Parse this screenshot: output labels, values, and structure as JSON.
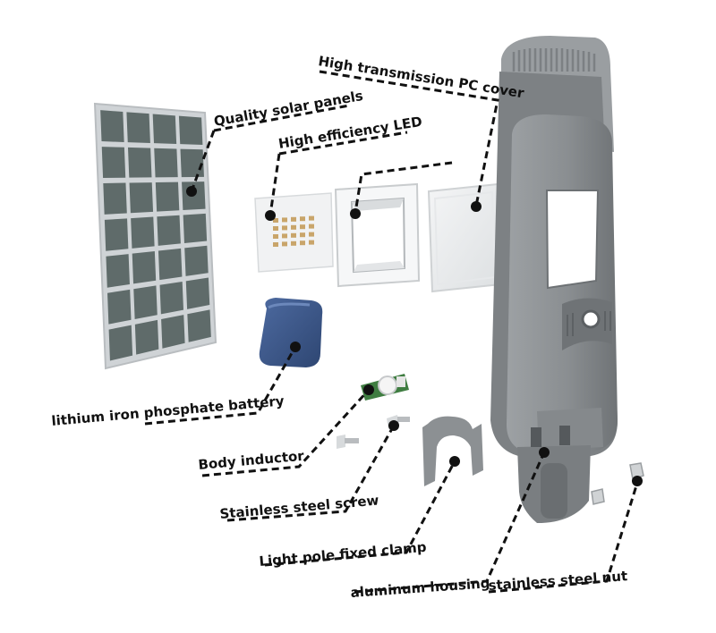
{
  "labels": {
    "pc_cover": "High transmission PC cover",
    "solar_panels": "Quality solar panels",
    "led": "High efficiency LED",
    "battery": "lithium iron phosphate battery",
    "body_inductor": "Body inductor",
    "screw": "Stainless steel screw",
    "clamp": "Light pole fixed clamp",
    "housing": "aluminum housing",
    "nut": "stainless steel nut"
  },
  "colors": {
    "panel_frame": "#c9cdd0",
    "panel_cell": "#5f6b6a",
    "housing": "#8b8f92",
    "housing_dark": "#6e7275",
    "battery": "#3f5a8c",
    "pcb": "#3c7a3e",
    "leader_line": "#111111"
  }
}
